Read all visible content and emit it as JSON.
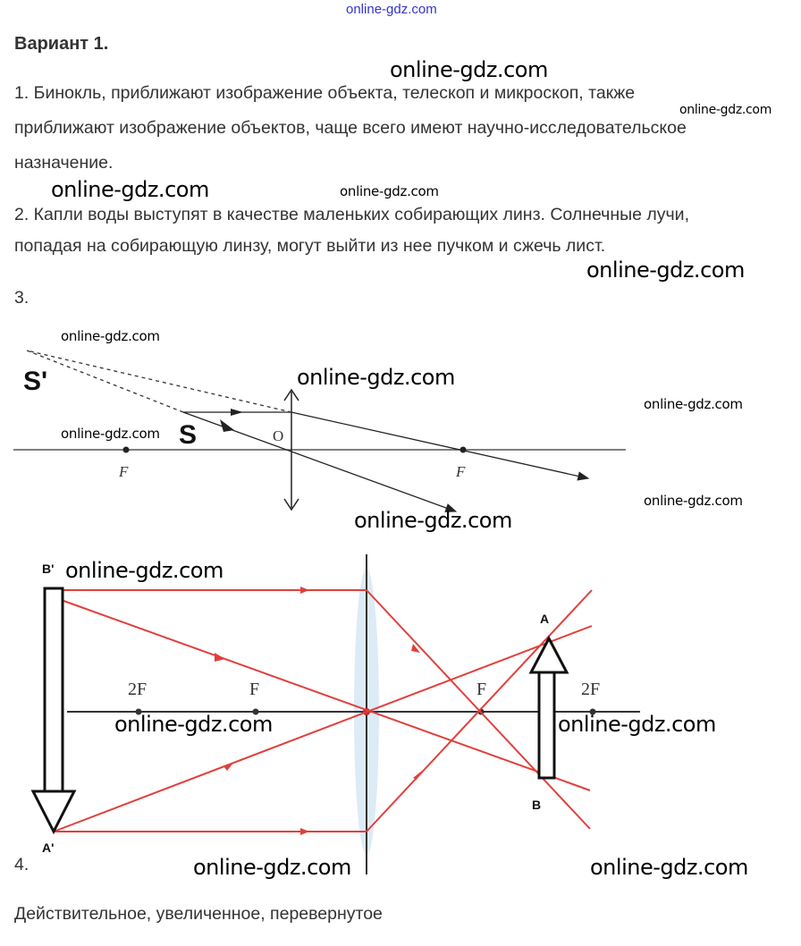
{
  "top_link": "online-gdz.com",
  "title": "Вариант 1.",
  "answers": {
    "a1_line1": "1. Бинокль, приближают изображение объекта, телескоп и микроскоп, также",
    "a1_line2": "приближают изображение объектов, чаще всего имеют научно-исследовательское",
    "a1_line3": "назначение.",
    "a2_line1": "2. Капли воды выступят в качестве маленьких собирающих линз. Солнечные лучи,",
    "a2_line2": "попадая на собирающую линзу, могут выйти из нее пучком и сжечь лист.",
    "a3_label": "3.",
    "a4_label": "4.",
    "a4_text": "Действительное, увеличенное, перевернутое"
  },
  "diagram1": {
    "s_prime": "S'",
    "s": "S",
    "o": "O",
    "f_left": "F",
    "f_right": "F"
  },
  "diagram2": {
    "b_prime": "B'",
    "a_prime": "A'",
    "a": "A",
    "b": "B",
    "two_f_left": "2F",
    "f_left": "F",
    "f_right": "F",
    "two_f_right": "2F"
  },
  "watermark": "online-gdz.com",
  "colors": {
    "ray": "#e0403c",
    "link": "#3333cc"
  }
}
